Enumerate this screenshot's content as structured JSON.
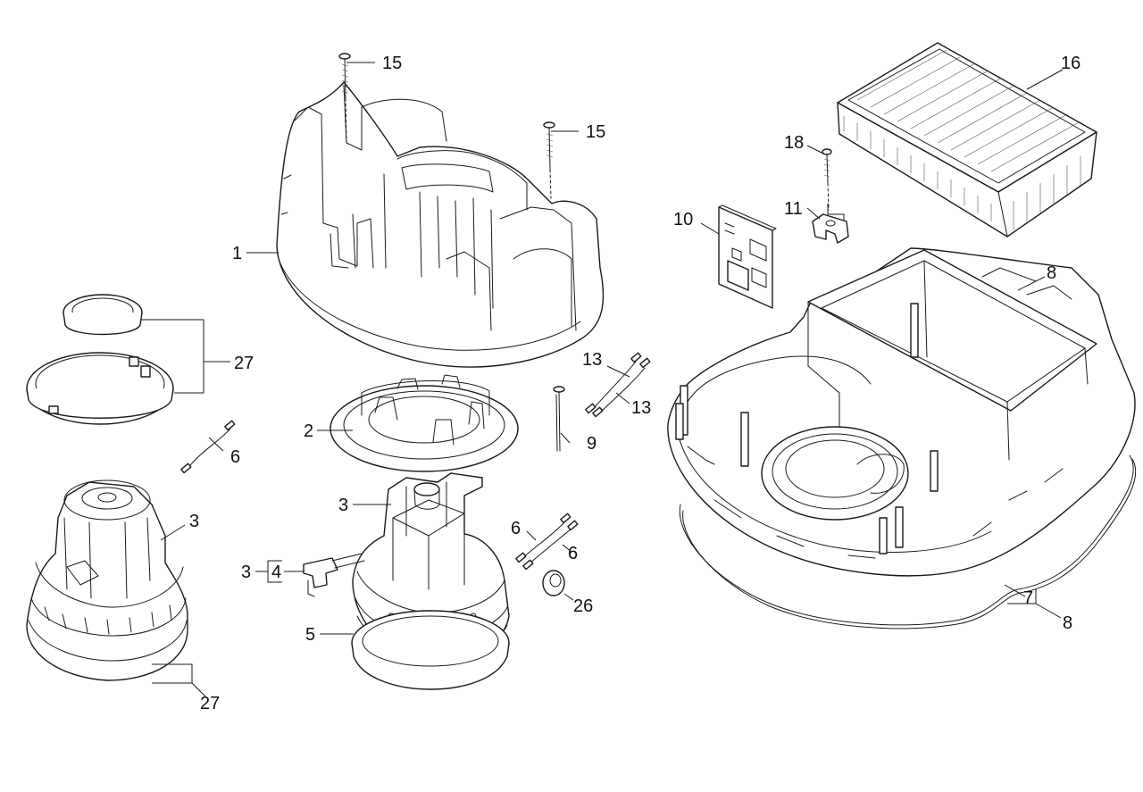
{
  "callouts": {
    "c1": "1",
    "c2": "2",
    "c3a": "3",
    "c3b": "3",
    "c3c": "3",
    "c4": "4",
    "c5": "5",
    "c6a": "6",
    "c6b": "6",
    "c6c": "6",
    "c7": "7",
    "c8a": "8",
    "c8b": "8",
    "c9": "9",
    "c10": "10",
    "c11": "11",
    "c13a": "13",
    "c13b": "13",
    "c15a": "15",
    "c15b": "15",
    "c16": "16",
    "c18": "18",
    "c26": "26",
    "c27a": "27",
    "c27b": "27"
  },
  "colors": {
    "line": "#1a1a1a",
    "background": "#ffffff",
    "shade": "#f1f1f1"
  }
}
